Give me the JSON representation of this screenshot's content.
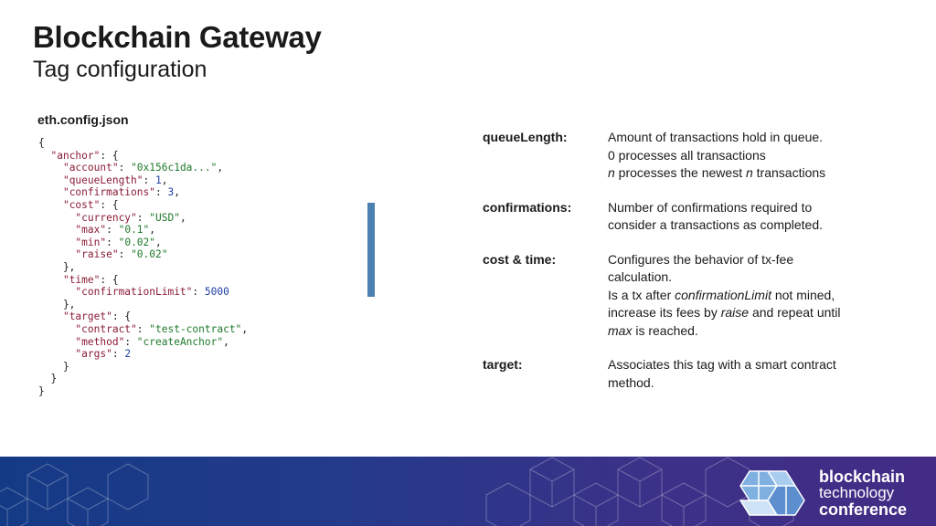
{
  "header": {
    "title": "Blockchain Gateway",
    "subtitle": "Tag configuration"
  },
  "code_panel": {
    "file_label": "eth.config.json",
    "lines": [
      [
        {
          "t": "p",
          "v": "{"
        }
      ],
      [
        {
          "t": "p",
          "v": "  "
        },
        {
          "t": "k",
          "v": "\"anchor\""
        },
        {
          "t": "p",
          "v": ": {"
        }
      ],
      [
        {
          "t": "p",
          "v": "    "
        },
        {
          "t": "k",
          "v": "\"account\""
        },
        {
          "t": "p",
          "v": ": "
        },
        {
          "t": "s",
          "v": "\"0x156c1da...\""
        },
        {
          "t": "p",
          "v": ","
        }
      ],
      [
        {
          "t": "p",
          "v": "    "
        },
        {
          "t": "k",
          "v": "\"queueLength\""
        },
        {
          "t": "p",
          "v": ": "
        },
        {
          "t": "n",
          "v": "1"
        },
        {
          "t": "p",
          "v": ","
        }
      ],
      [
        {
          "t": "p",
          "v": "    "
        },
        {
          "t": "k",
          "v": "\"confirmations\""
        },
        {
          "t": "p",
          "v": ": "
        },
        {
          "t": "n",
          "v": "3"
        },
        {
          "t": "p",
          "v": ","
        }
      ],
      [
        {
          "t": "p",
          "v": "    "
        },
        {
          "t": "k",
          "v": "\"cost\""
        },
        {
          "t": "p",
          "v": ": {"
        }
      ],
      [
        {
          "t": "p",
          "v": "      "
        },
        {
          "t": "k",
          "v": "\"currency\""
        },
        {
          "t": "p",
          "v": ": "
        },
        {
          "t": "s",
          "v": "\"USD\""
        },
        {
          "t": "p",
          "v": ","
        }
      ],
      [
        {
          "t": "p",
          "v": "      "
        },
        {
          "t": "k",
          "v": "\"max\""
        },
        {
          "t": "p",
          "v": ": "
        },
        {
          "t": "s",
          "v": "\"0.1\""
        },
        {
          "t": "p",
          "v": ","
        }
      ],
      [
        {
          "t": "p",
          "v": "      "
        },
        {
          "t": "k",
          "v": "\"min\""
        },
        {
          "t": "p",
          "v": ": "
        },
        {
          "t": "s",
          "v": "\"0.02\""
        },
        {
          "t": "p",
          "v": ","
        }
      ],
      [
        {
          "t": "p",
          "v": "      "
        },
        {
          "t": "k",
          "v": "\"raise\""
        },
        {
          "t": "p",
          "v": ": "
        },
        {
          "t": "s",
          "v": "\"0.02\""
        }
      ],
      [
        {
          "t": "p",
          "v": "    },"
        }
      ],
      [
        {
          "t": "p",
          "v": "    "
        },
        {
          "t": "k",
          "v": "\"time\""
        },
        {
          "t": "p",
          "v": ": {"
        }
      ],
      [
        {
          "t": "p",
          "v": "      "
        },
        {
          "t": "k",
          "v": "\"confirmationLimit\""
        },
        {
          "t": "p",
          "v": ": "
        },
        {
          "t": "n",
          "v": "5000"
        }
      ],
      [
        {
          "t": "p",
          "v": "    },"
        }
      ],
      [
        {
          "t": "p",
          "v": "    "
        },
        {
          "t": "k",
          "v": "\"target\""
        },
        {
          "t": "p",
          "v": ": {"
        }
      ],
      [
        {
          "t": "p",
          "v": "      "
        },
        {
          "t": "k",
          "v": "\"contract\""
        },
        {
          "t": "p",
          "v": ": "
        },
        {
          "t": "s",
          "v": "\"test-contract\""
        },
        {
          "t": "p",
          "v": ","
        }
      ],
      [
        {
          "t": "p",
          "v": "      "
        },
        {
          "t": "k",
          "v": "\"method\""
        },
        {
          "t": "p",
          "v": ": "
        },
        {
          "t": "s",
          "v": "\"createAnchor\""
        },
        {
          "t": "p",
          "v": ","
        }
      ],
      [
        {
          "t": "p",
          "v": "      "
        },
        {
          "t": "k",
          "v": "\"args\""
        },
        {
          "t": "p",
          "v": ": "
        },
        {
          "t": "n",
          "v": "2"
        }
      ],
      [
        {
          "t": "p",
          "v": "    }"
        }
      ],
      [
        {
          "t": "p",
          "v": "  }"
        }
      ],
      [
        {
          "t": "p",
          "v": "}"
        }
      ]
    ]
  },
  "definitions": [
    {
      "term": "queueLength:",
      "lines": [
        [
          {
            "v": "Amount of transactions hold in queue."
          }
        ],
        [
          {
            "v": "0 processes all transactions"
          }
        ],
        [
          {
            "v": "n",
            "i": true
          },
          {
            "v": " processes the newest "
          },
          {
            "v": "n",
            "i": true
          },
          {
            "v": " transactions"
          }
        ]
      ]
    },
    {
      "term": "confirmations:",
      "lines": [
        [
          {
            "v": "Number of confirmations required to"
          }
        ],
        [
          {
            "v": "consider a transactions as completed."
          }
        ]
      ]
    },
    {
      "term": "cost & time:",
      "lines": [
        [
          {
            "v": "Configures the behavior of tx-fee"
          }
        ],
        [
          {
            "v": "calculation."
          }
        ],
        [
          {
            "v": "Is a tx after "
          },
          {
            "v": "confirmationLimit",
            "i": true
          },
          {
            "v": " not mined,"
          }
        ],
        [
          {
            "v": "increase its fees by "
          },
          {
            "v": "raise",
            "i": true
          },
          {
            "v": " and repeat until"
          }
        ],
        [
          {
            "v": "max",
            "i": true
          },
          {
            "v": " is reached."
          }
        ]
      ]
    },
    {
      "term": "target:",
      "lines": [
        [
          {
            "v": "Associates this tag with a smart contract"
          }
        ],
        [
          {
            "v": "method."
          }
        ]
      ]
    }
  ],
  "footer": {
    "logo": {
      "line1": "blockchain",
      "line2": "technology",
      "line3": "conference"
    }
  },
  "colors": {
    "accent_bar": "#4b80b0",
    "footer_start": "#143a86",
    "footer_end": "#432c85",
    "json_key": "#8b1c36",
    "json_string": "#1e7a2a",
    "json_number": "#1f3ea8"
  },
  "icons": {
    "footer_pattern": "hexagon-cube-pattern",
    "logo_mark": "hexagon-logo-icon"
  }
}
